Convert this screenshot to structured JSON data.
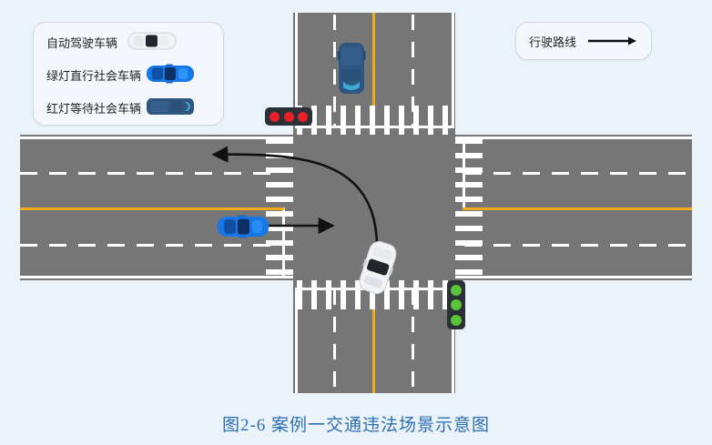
{
  "caption": "图2-6  案例一交通违法场景示意图",
  "legend": {
    "items": [
      {
        "label": "自动驾驶车辆",
        "icon": "car-white-top-view",
        "color": "#f2f3f5"
      },
      {
        "label": "绿灯直行社会车辆",
        "icon": "car-blue-top-view",
        "color": "#1577e8"
      },
      {
        "label": "红灯等待社会车辆",
        "icon": "car-darkblue-top-view",
        "color": "#2e5680"
      }
    ]
  },
  "route_box": {
    "label": "行驶路线",
    "icon": "arrow-right-icon"
  },
  "traffic_lights": [
    {
      "name": "north-approach-signal",
      "state": "red",
      "orientation": "horizontal",
      "bulbs": 3,
      "color": "#e8202a"
    },
    {
      "name": "south-approach-signal",
      "state": "green",
      "orientation": "vertical",
      "bulbs": 3,
      "color": "#59c339"
    }
  ],
  "vehicles": [
    {
      "name": "autonomous-vehicle",
      "type": "car-white-top-view",
      "heading": "north-turning-west",
      "color": "#f2f3f5"
    },
    {
      "name": "through-vehicle-green-light",
      "type": "car-blue-top-view",
      "heading": "east",
      "color": "#1577e8"
    },
    {
      "name": "waiting-vehicle-red-light",
      "type": "car-darkblue-top-view",
      "heading": "south",
      "color": "#2e5680"
    }
  ],
  "arrows": [
    {
      "name": "autonomous-left-turn-path",
      "style": "curved",
      "from": "south-approach",
      "to": "west-approach"
    },
    {
      "name": "through-vehicle-path",
      "style": "straight",
      "from": "west-approach",
      "to": "intersection-east"
    }
  ],
  "colors": {
    "background": "#eaf2fa",
    "asphalt": "#767676",
    "lane_marking": "#ffffff",
    "center_line": "#f0ac1c",
    "caption_text": "#2f6fb5",
    "red_light": "#e8202a",
    "green_light": "#59c339"
  },
  "road_markings": {
    "center_line_label": "yellow-center-line",
    "edge_line_label": "solid-white-edge-line",
    "lane_divider_label": "dashed-white-lane-divider",
    "crosswalk_label": "zebra-crosswalk"
  }
}
